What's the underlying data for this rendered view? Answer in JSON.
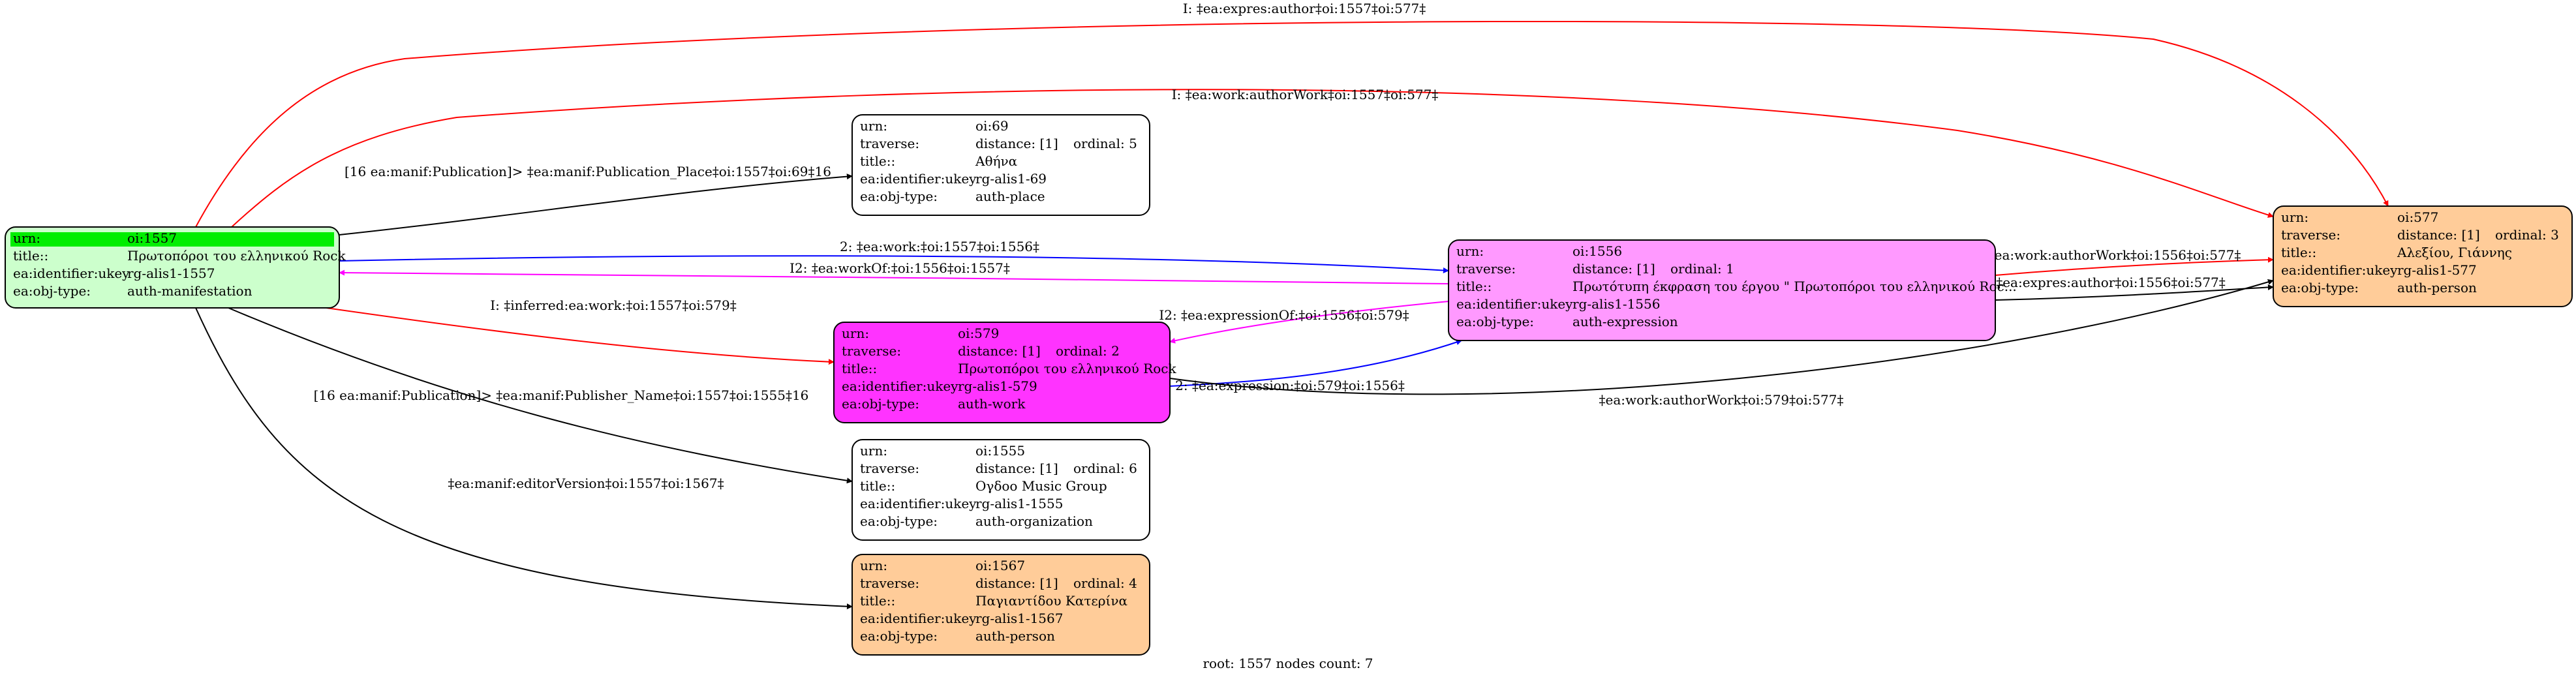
{
  "footer": "root: 1557 nodes count: 7",
  "nodes": [
    {
      "id": "n1557",
      "fill": "#ccffcc",
      "highlight": "#00ee00",
      "rows": [
        [
          "urn:",
          "oi:1557",
          ""
        ],
        [
          "title::",
          "Πρωτοπόροι του ελληνικού Rock",
          ""
        ],
        [
          "ea:identifier:ukey",
          "rg-alis1-1557",
          ""
        ],
        [
          "ea:obj-type:",
          "auth-manifestation",
          ""
        ]
      ]
    },
    {
      "id": "n69",
      "fill": "#ffffff",
      "rows": [
        [
          "urn:",
          "oi:69",
          ""
        ],
        [
          "traverse:",
          "distance: [1]",
          "ordinal: 5"
        ],
        [
          "title::",
          "Αθήνα",
          ""
        ],
        [
          "ea:identifier:ukey",
          "rg-alis1-69",
          ""
        ],
        [
          "ea:obj-type:",
          "auth-place",
          ""
        ]
      ]
    },
    {
      "id": "n1556",
      "fill": "#ff99ff",
      "rows": [
        [
          "urn:",
          "oi:1556",
          ""
        ],
        [
          "traverse:",
          "distance: [1]",
          "ordinal: 1"
        ],
        [
          "title::",
          "Πρωτότυπη έκφραση του έργου \" Πρωτοπόροι του ελληνικού Roc...",
          ""
        ],
        [
          "ea:identifier:ukey",
          "rg-alis1-1556",
          ""
        ],
        [
          "ea:obj-type:",
          "auth-expression",
          ""
        ]
      ]
    },
    {
      "id": "n579",
      "fill": "#ff33ff",
      "rows": [
        [
          "urn:",
          "oi:579",
          ""
        ],
        [
          "traverse:",
          "distance: [1]",
          "ordinal: 2"
        ],
        [
          "title::",
          "Πρωτοπόροι του ελληνικού Rock",
          ""
        ],
        [
          "ea:identifier:ukey",
          "rg-alis1-579",
          ""
        ],
        [
          "ea:obj-type:",
          "auth-work",
          ""
        ]
      ]
    },
    {
      "id": "n577",
      "fill": "#ffcc99",
      "rows": [
        [
          "urn:",
          "oi:577",
          ""
        ],
        [
          "traverse:",
          "distance: [1]",
          "ordinal: 3"
        ],
        [
          "title::",
          "Αλεξίου, Γιάννης",
          ""
        ],
        [
          "ea:identifier:ukey",
          "rg-alis1-577",
          ""
        ],
        [
          "ea:obj-type:",
          "auth-person",
          ""
        ]
      ]
    },
    {
      "id": "n1555",
      "fill": "#ffffff",
      "rows": [
        [
          "urn:",
          "oi:1555",
          ""
        ],
        [
          "traverse:",
          "distance: [1]",
          "ordinal: 6"
        ],
        [
          "title::",
          "Ογδοο Music Group",
          ""
        ],
        [
          "ea:identifier:ukey",
          "rg-alis1-1555",
          ""
        ],
        [
          "ea:obj-type:",
          "auth-organization",
          ""
        ]
      ]
    },
    {
      "id": "n1567",
      "fill": "#ffcc99",
      "rows": [
        [
          "urn:",
          "oi:1567",
          ""
        ],
        [
          "traverse:",
          "distance: [1]",
          "ordinal: 4"
        ],
        [
          "title::",
          "Παγιαντίδου Κατερίνα",
          ""
        ],
        [
          "ea:identifier:ukey",
          "rg-alis1-1567",
          ""
        ],
        [
          "ea:obj-type:",
          "auth-person",
          ""
        ]
      ]
    }
  ],
  "edges": [
    {
      "id": "e1",
      "color": "#ff0000",
      "label": "I: ‡ea:expres:author‡oi:1557‡oi:577‡"
    },
    {
      "id": "e2",
      "color": "#ff0000",
      "label": "I: ‡ea:work:authorWork‡oi:1557‡oi:577‡"
    },
    {
      "id": "e3",
      "color": "#000000",
      "label": "[16 ea:manif:Publication]> ‡ea:manif:Publication_Place‡oi:1557‡oi:69‡16"
    },
    {
      "id": "e4",
      "color": "#0000ff",
      "label": "2: ‡ea:work:‡oi:1557‡oi:1556‡"
    },
    {
      "id": "e5",
      "color": "#ff00ff",
      "label": "I2: ‡ea:workOf:‡oi:1556‡oi:1557‡"
    },
    {
      "id": "e6",
      "color": "#ff0000",
      "label": "I: ‡inferred:ea:work:‡oi:1557‡oi:579‡"
    },
    {
      "id": "e7",
      "color": "#ff00ff",
      "label": "I2: ‡ea:expressionOf:‡oi:1556‡oi:579‡"
    },
    {
      "id": "e8",
      "color": "#0000ff",
      "label": "2: ‡ea:expression:‡oi:579‡oi:1556‡"
    },
    {
      "id": "e9",
      "color": "#ff0000",
      "label": "I: ‡ea:work:authorWork‡oi:1556‡oi:577‡"
    },
    {
      "id": "e10",
      "color": "#000000",
      "label": "‡ea:expres:author‡oi:1556‡oi:577‡"
    },
    {
      "id": "e11",
      "color": "#000000",
      "label": "‡ea:work:authorWork‡oi:579‡oi:577‡"
    },
    {
      "id": "e12",
      "color": "#000000",
      "label": "[16 ea:manif:Publication]> ‡ea:manif:Publisher_Name‡oi:1557‡oi:1555‡16"
    },
    {
      "id": "e13",
      "color": "#000000",
      "label": "‡ea:manif:editorVersion‡oi:1557‡oi:1567‡"
    }
  ]
}
